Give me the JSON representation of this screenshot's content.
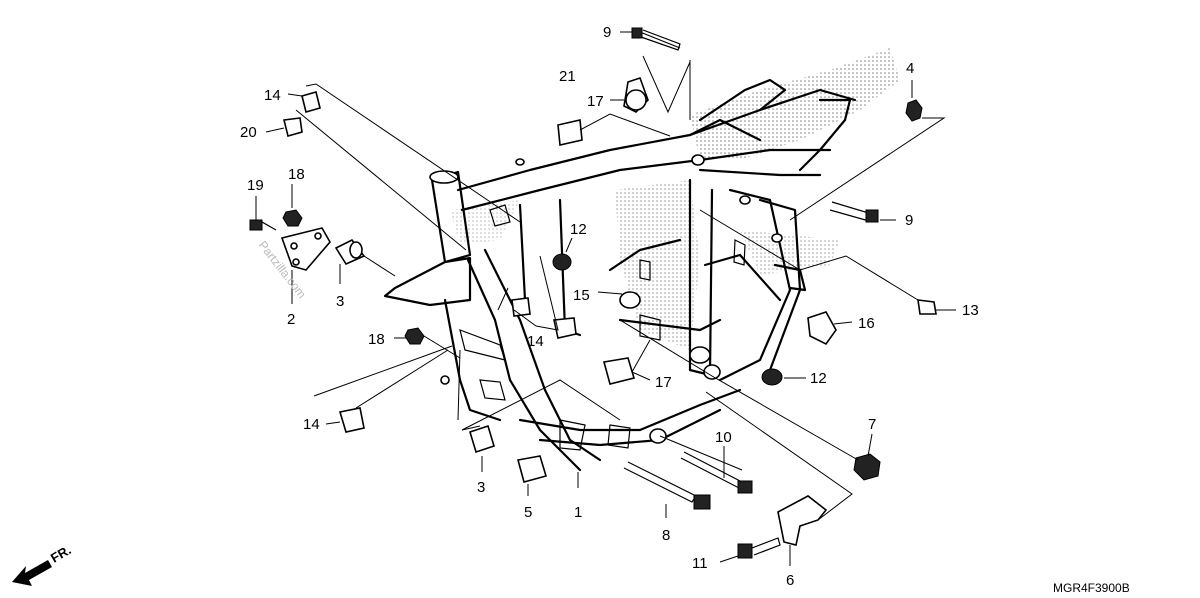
{
  "diagram": {
    "code": "MGR4F3900B",
    "watermark": "Partzilla.com",
    "direction_label": "FR.",
    "callouts": [
      {
        "id": "c9a",
        "label": "9"
      },
      {
        "id": "c21",
        "label": "21"
      },
      {
        "id": "c17a",
        "label": "17"
      },
      {
        "id": "c4",
        "label": "4"
      },
      {
        "id": "c14a",
        "label": "14"
      },
      {
        "id": "c20",
        "label": "20"
      },
      {
        "id": "c19",
        "label": "19"
      },
      {
        "id": "c18a",
        "label": "18"
      },
      {
        "id": "c9b",
        "label": "9"
      },
      {
        "id": "c12a",
        "label": "12"
      },
      {
        "id": "c15",
        "label": "15"
      },
      {
        "id": "c3a",
        "label": "3"
      },
      {
        "id": "c2",
        "label": "2"
      },
      {
        "id": "c13",
        "label": "13"
      },
      {
        "id": "c16",
        "label": "16"
      },
      {
        "id": "c14b",
        "label": "14"
      },
      {
        "id": "c18b",
        "label": "18"
      },
      {
        "id": "c17b",
        "label": "17"
      },
      {
        "id": "c12b",
        "label": "12"
      },
      {
        "id": "c14c",
        "label": "14"
      },
      {
        "id": "c7",
        "label": "7"
      },
      {
        "id": "c10",
        "label": "10"
      },
      {
        "id": "c3b",
        "label": "3"
      },
      {
        "id": "c5",
        "label": "5"
      },
      {
        "id": "c1",
        "label": "1"
      },
      {
        "id": "c8",
        "label": "8"
      },
      {
        "id": "c11",
        "label": "11"
      },
      {
        "id": "c6",
        "label": "6"
      }
    ]
  }
}
